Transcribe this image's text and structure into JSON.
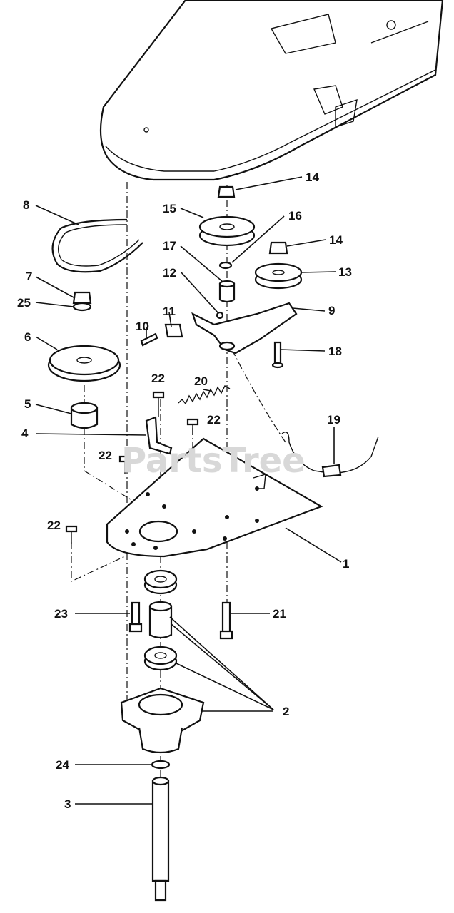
{
  "watermark": "PartsTree",
  "labels": {
    "l1": "1",
    "l2": "2",
    "l3": "3",
    "l4": "4",
    "l5": "5",
    "l6": "6",
    "l7": "7",
    "l8": "8",
    "l9": "9",
    "l10": "10",
    "l11": "11",
    "l12": "12",
    "l13": "13",
    "l14a": "14",
    "l14b": "14",
    "l15": "15",
    "l16": "16",
    "l17": "17",
    "l18": "18",
    "l19": "19",
    "l20": "20",
    "l21": "21",
    "l22a": "22",
    "l22b": "22",
    "l22c": "22",
    "l22d": "22",
    "l23": "23",
    "l24": "24",
    "l25": "25"
  }
}
